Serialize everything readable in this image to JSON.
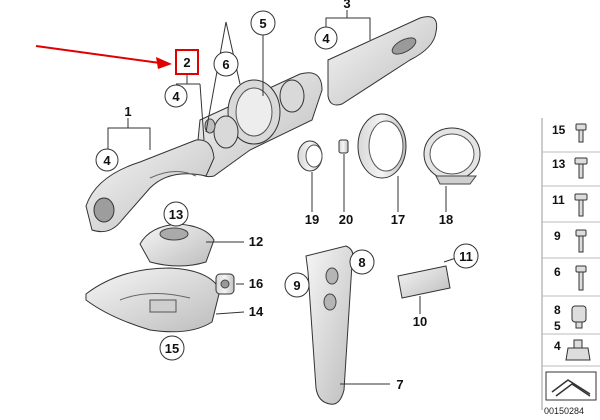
{
  "callouts": {
    "c1": "1",
    "c2": "2",
    "c3": "3",
    "c4a": "4",
    "c4b": "4",
    "c4c": "4",
    "c5": "5",
    "c6": "6",
    "c7": "7",
    "c8": "8",
    "c9": "9",
    "c10": "10",
    "c11": "11",
    "c12": "12",
    "c13": "13",
    "c14": "14",
    "c15": "15",
    "c16": "16",
    "c17": "17",
    "c18": "18",
    "c19": "19",
    "c20": "20"
  },
  "sidebar": {
    "items": [
      {
        "label": "15"
      },
      {
        "label": "13"
      },
      {
        "label": "11"
      },
      {
        "label": "9"
      },
      {
        "label": "6"
      },
      {
        "label": "8"
      },
      {
        "label": "5"
      },
      {
        "label": "4"
      }
    ]
  },
  "reference_number": "00150284",
  "colors": {
    "highlight_box": "#e00000",
    "arrow": "#e00000",
    "part_fill": "#eeeeee",
    "part_shade": "#cfcfcf",
    "stroke": "#222222"
  }
}
